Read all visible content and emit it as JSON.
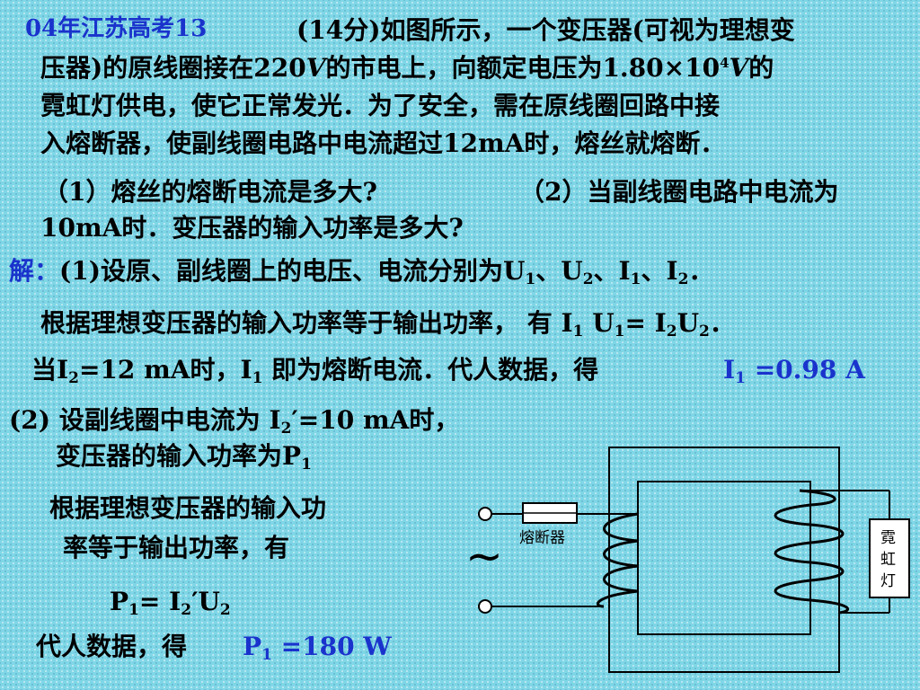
{
  "header": {
    "tag": "04年江苏高考13",
    "line1_score": "(14分)",
    "line1": "如图所示，一个变压器(可视为理想变",
    "line2_a": "压器)的原线圈接在",
    "line2_v": "220",
    "line2_unit": "V",
    "line2_b": "的市电上，向额定电压为",
    "line2_val": "1.80×10",
    "line2_exp": "4",
    "line2_unit2": "V",
    "line2_c": "的",
    "line3": "霓虹灯供电，使它正常发光．为了安全，需在原线圈回路中接",
    "line4": "入熔断器，使副线圈电路中电流超过12mA时，熔丝就熔断．",
    "q1": "（1）熔丝的熔断电流是多大?",
    "q2": "（2）当副线圈电路中电流为",
    "q2_cont": "10mA时．变压器的输入功率是多大?"
  },
  "solution": {
    "jie": "解：",
    "s1_a": "(1)设原、副线圈上的电压、电流分别为U",
    "s1_sub1": "1",
    "s1_b": "、U",
    "s1_sub2": "2",
    "s1_c": "、I",
    "s1_sub3": "1",
    "s1_d": "、I",
    "s1_sub4": "2",
    "s1_e": "．",
    "s2_a": "根据理想变压器的输入功率等于输出功率，  有 I",
    "s2_sub1": "1",
    "s2_b": " U",
    "s2_sub2": "1",
    "s2_c": "= I",
    "s2_sub3": "2",
    "s2_d": "U",
    "s2_sub4": "2",
    "s2_e": "．",
    "s3_a": "当I",
    "s3_sub1": "2",
    "s3_b": "=12 mA时，I",
    "s3_sub2": "1",
    "s3_c": " 即为熔断电流．代人数据，得",
    "ans1_a": "I",
    "ans1_sub": "1",
    "ans1_b": " =0.98 A",
    "s4_a": "(2) 设副线圈中电流为   I",
    "s4_sub": "2",
    "s4_b": "′=10 mA时，",
    "s5_a": "变压器的输入功率为P",
    "s5_sub": "1",
    "s6": "根据理想变压器的输入功",
    "s7": "率等于输出功率，有",
    "eq_a": "P",
    "eq_sub1": "1",
    "eq_b": "= I",
    "eq_sub2": "2",
    "eq_c": "′U",
    "eq_sub3": "2",
    "s8": "代人数据，得",
    "ans2_a": "P",
    "ans2_sub": "1",
    "ans2_b": " =180 W"
  },
  "diagram": {
    "fuse_label": "熔断器",
    "lamp_label_1": "霓",
    "lamp_label_2": "虹",
    "lamp_label_3": "灯",
    "ac_symbol": "∼"
  }
}
